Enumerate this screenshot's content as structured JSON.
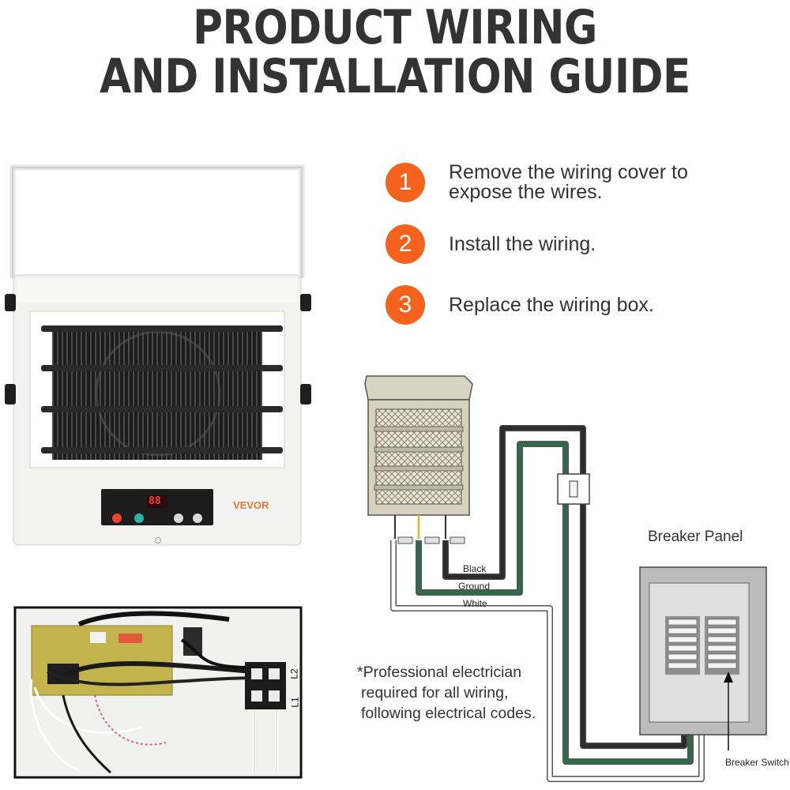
{
  "title": {
    "line1": "PRODUCT WIRING",
    "line2": "AND INSTALLATION GUIDE"
  },
  "steps": [
    {
      "number": "1",
      "text": "Remove the wiring cover to expose the wires."
    },
    {
      "number": "2",
      "text": "Install the wiring."
    },
    {
      "number": "3",
      "text": "Replace the wiring box."
    }
  ],
  "heater": {
    "brand": "VEVOR",
    "display": "88"
  },
  "board": {
    "terminal_l2": "L2",
    "terminal_l1": "L1"
  },
  "diagram": {
    "wires": {
      "black": "Black",
      "ground": "Ground",
      "white": "White"
    },
    "breaker_panel": "Breaker Panel",
    "breaker_switch": "Breaker Switch"
  },
  "note": {
    "line1": "*Professional electrician",
    "line2": "required for all wiring,",
    "line3": "following electrical codes."
  },
  "colors": {
    "accent": "#f4621d",
    "black_wire": "#2b2b2b",
    "ground_wire": "#2f6b4a",
    "white_wire": "#ffffff"
  }
}
